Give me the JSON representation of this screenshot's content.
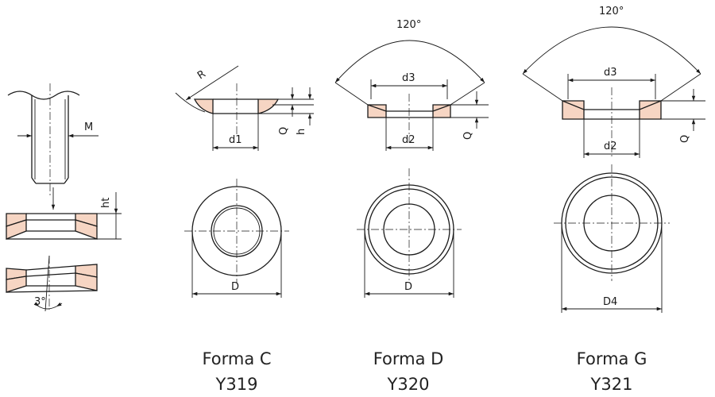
{
  "colors": {
    "line": "#1a1a1a",
    "hatch": "#f6d5c3",
    "background": "#ffffff"
  },
  "labels": {
    "M": "M",
    "ht": "ht",
    "angle_3": "3°",
    "R": "R",
    "Q": "Q",
    "h": "h",
    "d1": "d1",
    "d2": "d2",
    "d3": "d3",
    "D": "D",
    "D4": "D4",
    "angle_120": "120°"
  },
  "captions": [
    {
      "form": "Forma C",
      "code": "Y319"
    },
    {
      "form": "Forma D",
      "code": "Y320"
    },
    {
      "form": "Forma G",
      "code": "Y321"
    }
  ]
}
